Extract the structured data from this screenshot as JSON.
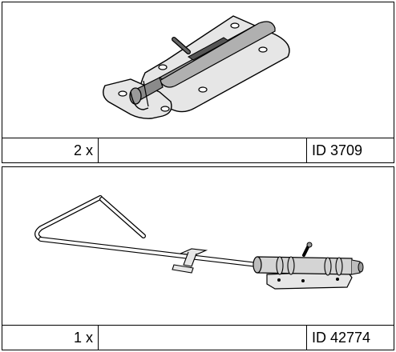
{
  "parts": [
    {
      "quantity": "2 x",
      "description": "",
      "id": "ID 3709",
      "icon": "door-bolt-icon"
    },
    {
      "quantity": "1 x",
      "description": "",
      "id": "ID 42774",
      "icon": "long-handle-bolt-icon"
    }
  ],
  "colors": {
    "line": "#000000",
    "metal_plate": "#e6e6e6",
    "bolt_dark": "#8a8a8a",
    "bolt_mid": "#b5b5b5"
  }
}
